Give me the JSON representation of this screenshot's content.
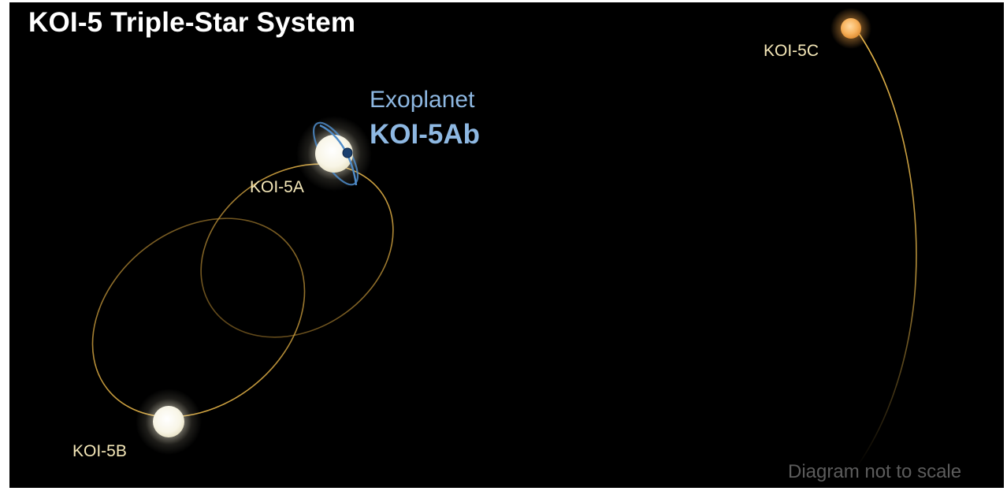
{
  "diagram": {
    "title": "KOI-5 Triple-Star System",
    "footnote": "Diagram not to scale",
    "exoplanet": {
      "caption": "Exoplanet",
      "name": "KOI-5Ab"
    },
    "stars": {
      "a": {
        "label": "KOI-5A"
      },
      "b": {
        "label": "KOI-5B"
      },
      "c": {
        "label": "KOI-5C"
      }
    },
    "colors": {
      "background": "#000000",
      "title": "#ffffff",
      "star_label": "#f4e7b8",
      "orbit": "#e9b84a",
      "exoplanet_text": "#8eb8e2",
      "planet_orbit": "#4f8cc9",
      "planet": "#1a3f6e",
      "star_white": "#fbf9ee",
      "star_orange": "#f5a648",
      "footnote": "#5c5c5c"
    }
  }
}
